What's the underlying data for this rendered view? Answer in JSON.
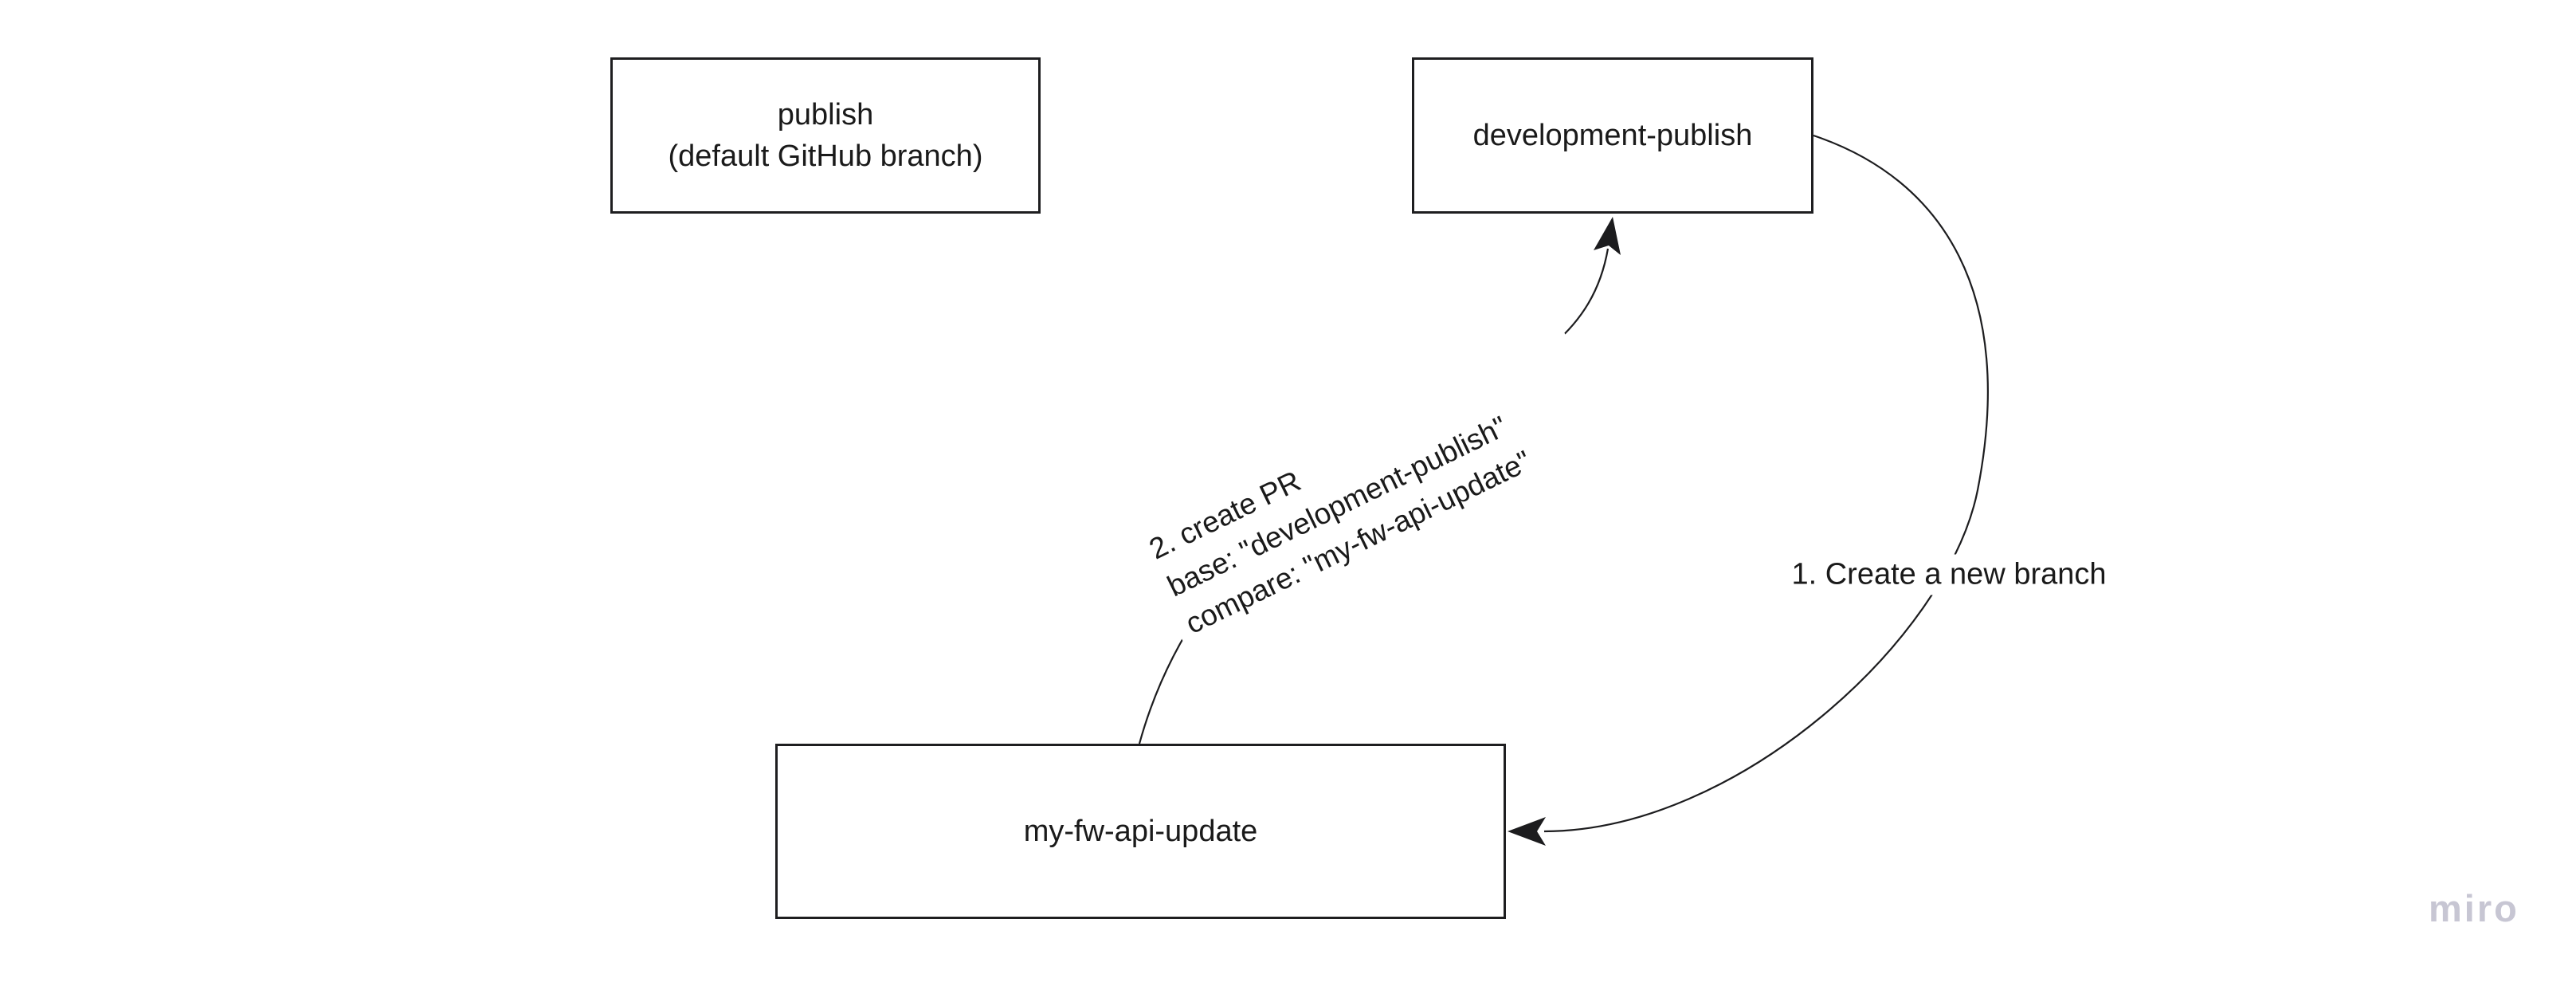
{
  "palette": {
    "background": "#ffffff",
    "shape_fill": "#ffffff",
    "stroke": "#1c1c1e",
    "text": "#1a1a1a",
    "watermark_color": "#c7c6d3"
  },
  "nodes": {
    "publish": {
      "line1": "publish",
      "line2": "(default GitHub branch)"
    },
    "development_publish": {
      "label": "development-publish"
    },
    "my_fw_api_update": {
      "label": "my-fw-api-update"
    }
  },
  "connectors": {
    "create_branch": {
      "label": "1. Create a new branch",
      "from": "development-publish",
      "to": "my-fw-api-update"
    },
    "create_pr": {
      "line1": "2. create PR",
      "line2": "base: \"development-publish\"",
      "line3": "compare: \"my-fw-api-update\"",
      "from": "my-fw-api-update",
      "to": "development-publish"
    }
  },
  "watermark": {
    "label": "miro"
  }
}
